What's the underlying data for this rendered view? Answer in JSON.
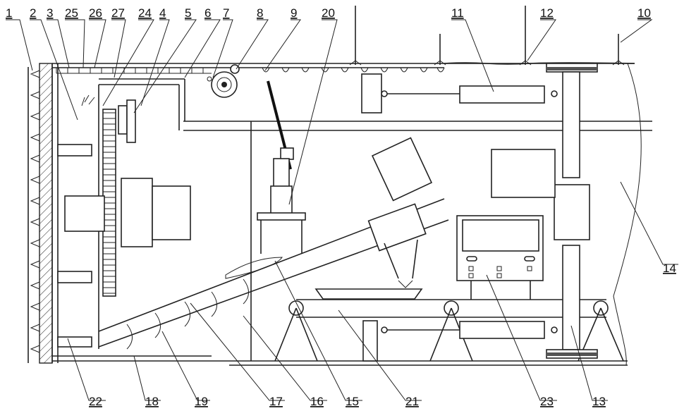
{
  "labels": {
    "l1": "1",
    "l2": "2",
    "l3": "3",
    "l25": "25",
    "l26": "26",
    "l27": "27",
    "l24": "24",
    "l4": "4",
    "l5": "5",
    "l6": "6",
    "l7": "7",
    "l8": "8",
    "l9": "9",
    "l20": "20",
    "l11": "11",
    "l12": "12",
    "l10": "10",
    "l14": "14",
    "l22": "22",
    "l18": "18",
    "l19": "19",
    "l17": "17",
    "l16": "16",
    "l15": "15",
    "l21": "21",
    "l23": "23",
    "l13": "13"
  }
}
